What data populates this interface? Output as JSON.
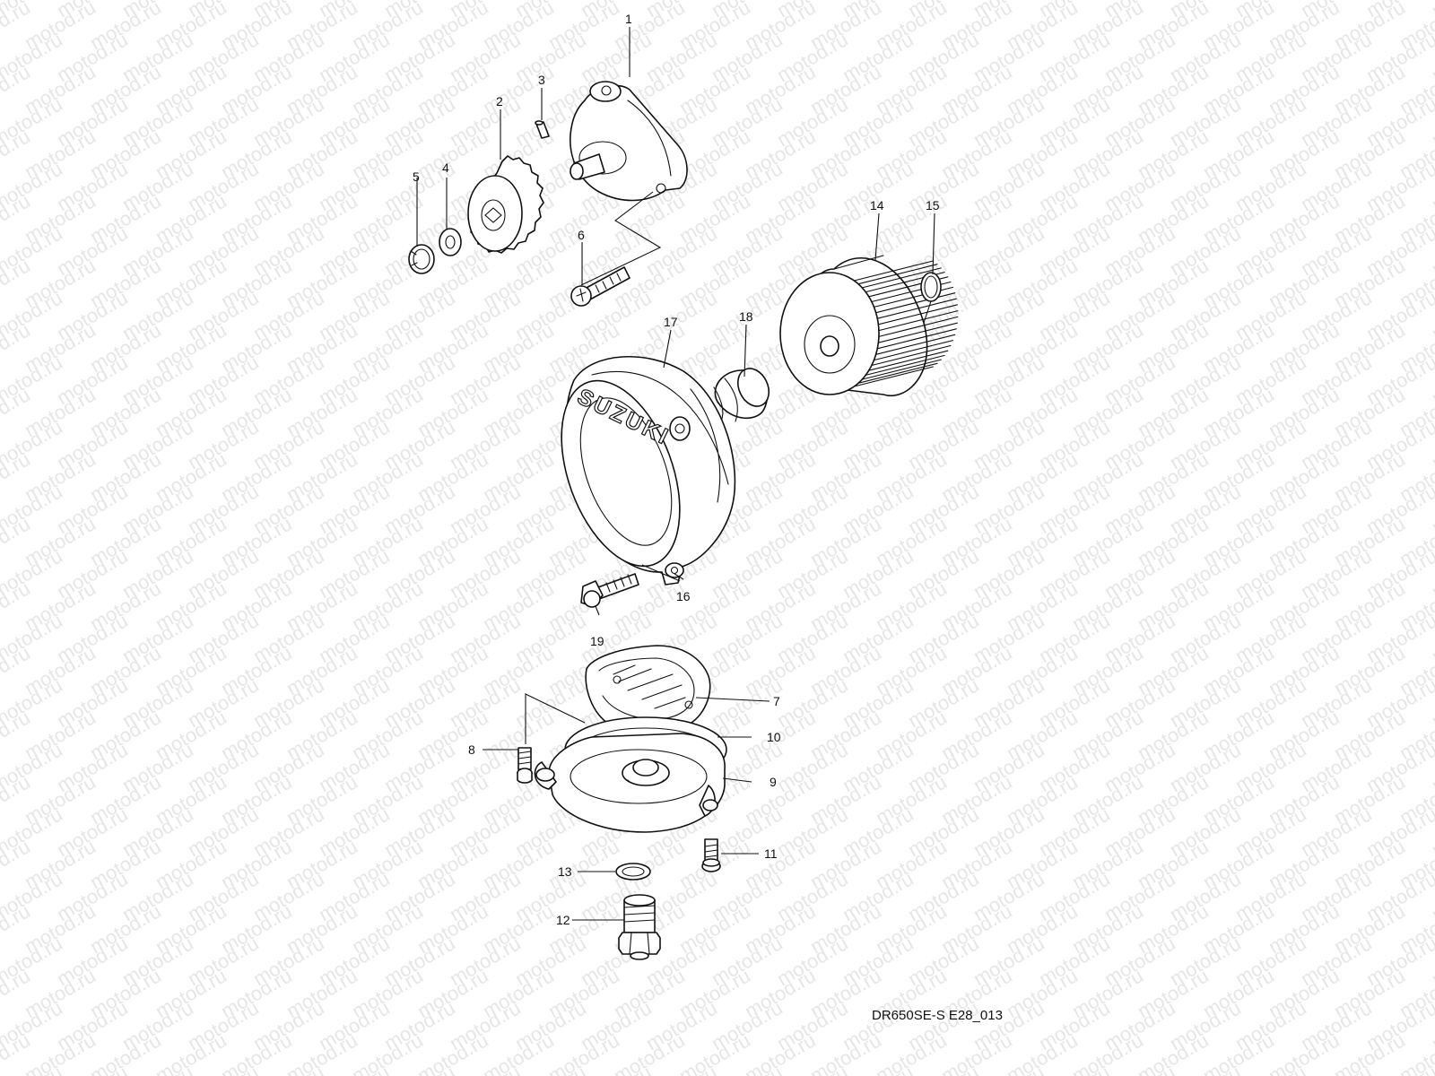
{
  "watermark": {
    "text": "motod.ru"
  },
  "caption": "DR650SE-S E28_013",
  "callouts": {
    "c1": "1",
    "c2": "2",
    "c3": "3",
    "c4": "4",
    "c5": "5",
    "c6": "6",
    "c7": "7",
    "c8": "8",
    "c9": "9",
    "c10": "10",
    "c11": "11",
    "c12": "12",
    "c13": "13",
    "c14": "14",
    "c15": "15",
    "c16": "16",
    "c17": "17",
    "c18": "18",
    "c19": "19"
  },
  "cover_logo": "SUZUKI"
}
